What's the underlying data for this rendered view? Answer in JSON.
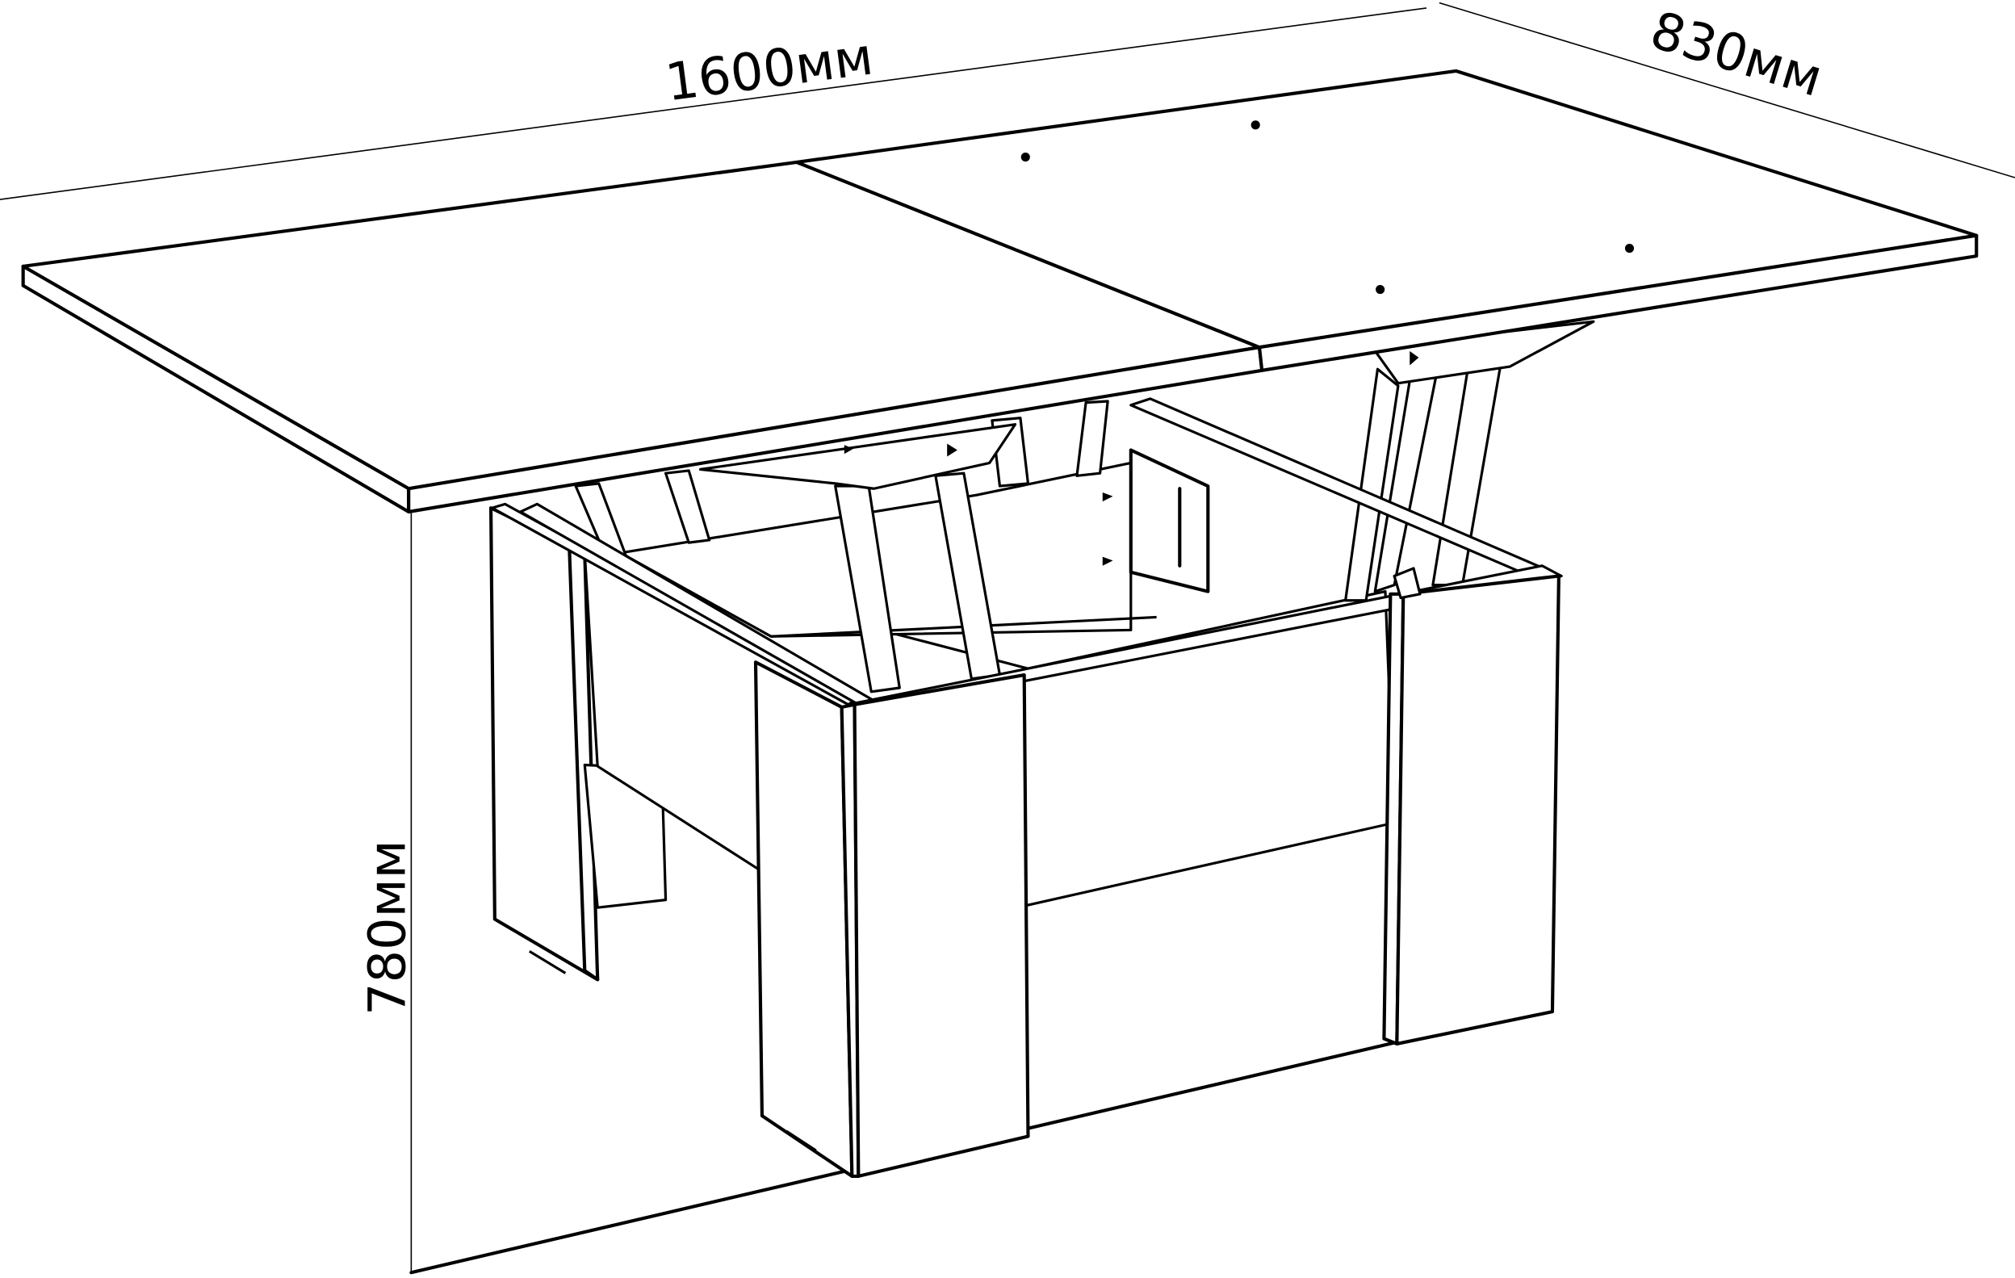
{
  "diagram": {
    "subject": "Transforming lift-top coffee/dining table, raised position",
    "dimensions": {
      "length": {
        "label": "1600мм",
        "value": 1600,
        "unit": "мм"
      },
      "depth": {
        "label": "830мм",
        "value": 830,
        "unit": "мм"
      },
      "height": {
        "label": "780мм",
        "value": 780,
        "unit": "мм"
      }
    },
    "colors": {
      "line": "#000000",
      "background": "#ffffff"
    }
  }
}
